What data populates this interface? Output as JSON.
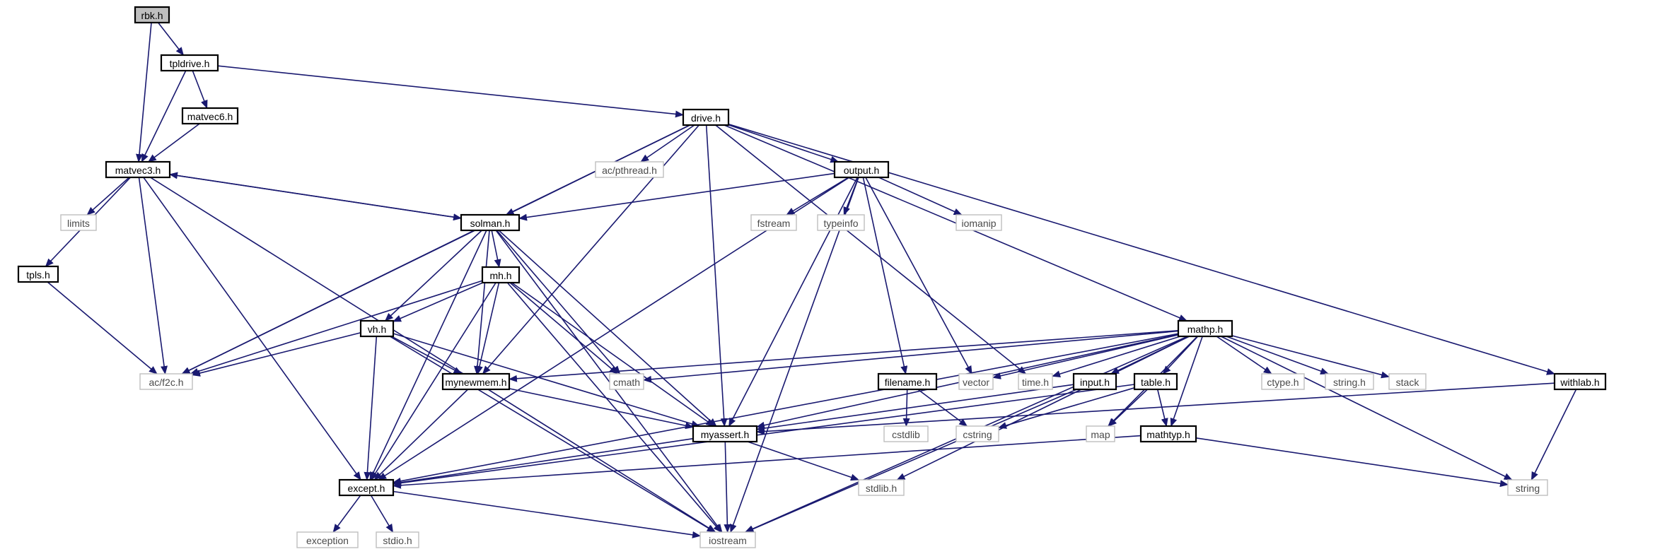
{
  "diagram": {
    "type": "include-dependency-graph",
    "nodes": [
      {
        "id": "rbk",
        "label": "rbk.h",
        "kind": "root"
      },
      {
        "id": "tpldrive",
        "label": "tpldrive.h",
        "kind": "doc"
      },
      {
        "id": "matvec6",
        "label": "matvec6.h",
        "kind": "doc"
      },
      {
        "id": "matvec3",
        "label": "matvec3.h",
        "kind": "doc"
      },
      {
        "id": "drive",
        "label": "drive.h",
        "kind": "doc"
      },
      {
        "id": "pthread",
        "label": "ac/pthread.h",
        "kind": "sys"
      },
      {
        "id": "output",
        "label": "output.h",
        "kind": "doc"
      },
      {
        "id": "limits",
        "label": "limits",
        "kind": "sys"
      },
      {
        "id": "solman",
        "label": "solman.h",
        "kind": "doc"
      },
      {
        "id": "fstream",
        "label": "fstream",
        "kind": "sys"
      },
      {
        "id": "typeinfo",
        "label": "typeinfo",
        "kind": "sys"
      },
      {
        "id": "iomanip",
        "label": "iomanip",
        "kind": "sys"
      },
      {
        "id": "tpls",
        "label": "tpls.h",
        "kind": "doc"
      },
      {
        "id": "mh",
        "label": "mh.h",
        "kind": "doc"
      },
      {
        "id": "vh",
        "label": "vh.h",
        "kind": "doc"
      },
      {
        "id": "f2c",
        "label": "ac/f2c.h",
        "kind": "sys"
      },
      {
        "id": "mynewmem",
        "label": "mynewmem.h",
        "kind": "doc"
      },
      {
        "id": "cmath",
        "label": "cmath",
        "kind": "sys"
      },
      {
        "id": "mathp",
        "label": "mathp.h",
        "kind": "doc"
      },
      {
        "id": "filename",
        "label": "filename.h",
        "kind": "doc"
      },
      {
        "id": "vector",
        "label": "vector",
        "kind": "sys"
      },
      {
        "id": "timeh",
        "label": "time.h",
        "kind": "sys"
      },
      {
        "id": "input",
        "label": "input.h",
        "kind": "doc"
      },
      {
        "id": "table",
        "label": "table.h",
        "kind": "doc"
      },
      {
        "id": "ctype",
        "label": "ctype.h",
        "kind": "sys"
      },
      {
        "id": "stringh",
        "label": "string.h",
        "kind": "sys"
      },
      {
        "id": "stack",
        "label": "stack",
        "kind": "sys"
      },
      {
        "id": "withlab",
        "label": "withlab.h",
        "kind": "doc"
      },
      {
        "id": "myassert",
        "label": "myassert.h",
        "kind": "doc"
      },
      {
        "id": "cstdlib",
        "label": "cstdlib",
        "kind": "sys"
      },
      {
        "id": "cstring",
        "label": "cstring",
        "kind": "sys"
      },
      {
        "id": "map",
        "label": "map",
        "kind": "sys"
      },
      {
        "id": "mathtyp",
        "label": "mathtyp.h",
        "kind": "doc"
      },
      {
        "id": "except",
        "label": "except.h",
        "kind": "doc"
      },
      {
        "id": "stdlib",
        "label": "stdlib.h",
        "kind": "sys"
      },
      {
        "id": "string",
        "label": "string",
        "kind": "sys"
      },
      {
        "id": "exception",
        "label": "exception",
        "kind": "sys"
      },
      {
        "id": "stdio",
        "label": "stdio.h",
        "kind": "sys"
      },
      {
        "id": "iostream",
        "label": "iostream",
        "kind": "sys"
      }
    ],
    "edges": [
      [
        "rbk",
        "tpldrive"
      ],
      [
        "rbk",
        "matvec3"
      ],
      [
        "tpldrive",
        "matvec6"
      ],
      [
        "tpldrive",
        "matvec3"
      ],
      [
        "tpldrive",
        "drive"
      ],
      [
        "matvec6",
        "matvec3"
      ],
      [
        "matvec3",
        "limits"
      ],
      [
        "matvec3",
        "tpls"
      ],
      [
        "matvec3",
        "f2c"
      ],
      [
        "matvec3",
        "except"
      ],
      [
        "matvec3",
        "iostream"
      ],
      [
        "matvec3",
        "solman"
      ],
      [
        "drive",
        "pthread"
      ],
      [
        "drive",
        "output"
      ],
      [
        "drive",
        "f2c"
      ],
      [
        "drive",
        "mynewmem"
      ],
      [
        "drive",
        "myassert"
      ],
      [
        "drive",
        "solman"
      ],
      [
        "drive",
        "mathp"
      ],
      [
        "drive",
        "timeh"
      ],
      [
        "drive",
        "withlab"
      ],
      [
        "output",
        "solman"
      ],
      [
        "output",
        "fstream"
      ],
      [
        "output",
        "typeinfo"
      ],
      [
        "output",
        "iomanip"
      ],
      [
        "output",
        "filename"
      ],
      [
        "output",
        "vector"
      ],
      [
        "output",
        "myassert"
      ],
      [
        "output",
        "except"
      ],
      [
        "output",
        "iostream"
      ],
      [
        "solman",
        "matvec3"
      ],
      [
        "solman",
        "mh"
      ],
      [
        "solman",
        "vh"
      ],
      [
        "solman",
        "f2c"
      ],
      [
        "solman",
        "mynewmem"
      ],
      [
        "solman",
        "cmath"
      ],
      [
        "solman",
        "myassert"
      ],
      [
        "solman",
        "except"
      ],
      [
        "solman",
        "iostream"
      ],
      [
        "tpls",
        "f2c"
      ],
      [
        "mh",
        "vh"
      ],
      [
        "mh",
        "f2c"
      ],
      [
        "mh",
        "mynewmem"
      ],
      [
        "mh",
        "cmath"
      ],
      [
        "mh",
        "myassert"
      ],
      [
        "mh",
        "except"
      ],
      [
        "mh",
        "iostream"
      ],
      [
        "vh",
        "f2c"
      ],
      [
        "vh",
        "mynewmem"
      ],
      [
        "vh",
        "myassert"
      ],
      [
        "vh",
        "except"
      ],
      [
        "vh",
        "iostream"
      ],
      [
        "mynewmem",
        "myassert"
      ],
      [
        "mynewmem",
        "except"
      ],
      [
        "mathp",
        "mynewmem"
      ],
      [
        "mathp",
        "cmath"
      ],
      [
        "mathp",
        "vector"
      ],
      [
        "mathp",
        "timeh"
      ],
      [
        "mathp",
        "input"
      ],
      [
        "mathp",
        "table"
      ],
      [
        "mathp",
        "ctype"
      ],
      [
        "mathp",
        "stringh"
      ],
      [
        "mathp",
        "stack"
      ],
      [
        "mathp",
        "myassert"
      ],
      [
        "mathp",
        "except"
      ],
      [
        "mathp",
        "mathtyp"
      ],
      [
        "mathp",
        "map"
      ],
      [
        "mathp",
        "stdlib"
      ],
      [
        "mathp",
        "string"
      ],
      [
        "mathp",
        "iostream"
      ],
      [
        "filename",
        "cstdlib"
      ],
      [
        "filename",
        "cstring"
      ],
      [
        "input",
        "myassert"
      ],
      [
        "input",
        "iostream"
      ],
      [
        "table",
        "mathtyp"
      ],
      [
        "table",
        "map"
      ],
      [
        "table",
        "cstring"
      ],
      [
        "table",
        "except"
      ],
      [
        "withlab",
        "myassert"
      ],
      [
        "withlab",
        "string"
      ],
      [
        "myassert",
        "except"
      ],
      [
        "myassert",
        "stdlib"
      ],
      [
        "myassert",
        "iostream"
      ],
      [
        "mathtyp",
        "except"
      ],
      [
        "mathtyp",
        "string"
      ],
      [
        "except",
        "exception"
      ],
      [
        "except",
        "stdio"
      ],
      [
        "except",
        "iostream"
      ]
    ]
  }
}
